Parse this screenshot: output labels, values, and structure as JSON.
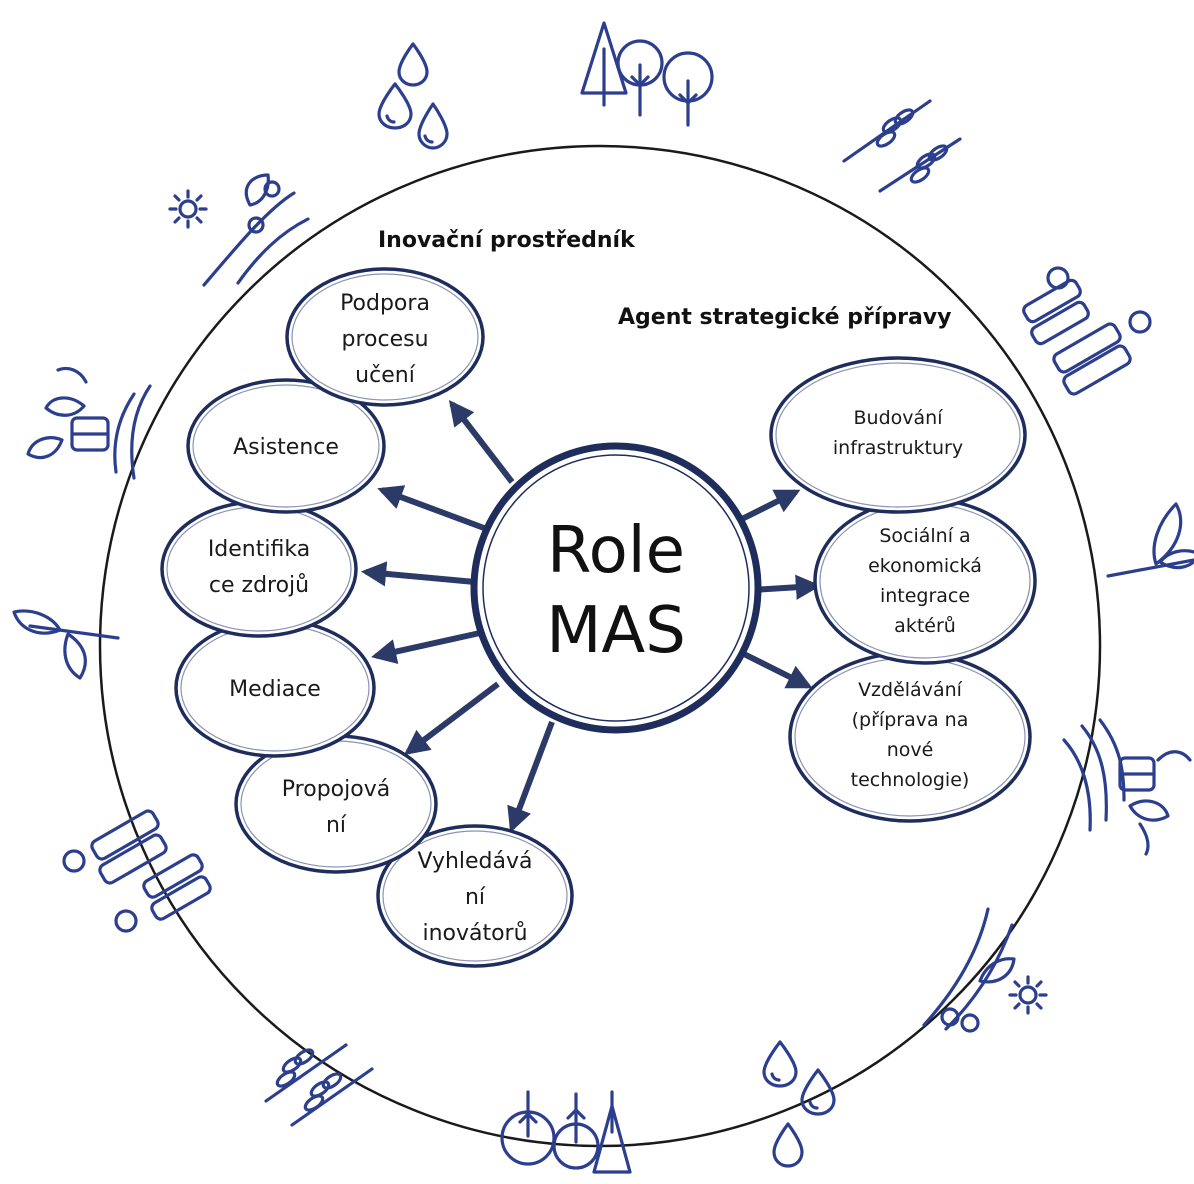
{
  "diagram": {
    "center": {
      "line1": "Role",
      "line2": "MAS"
    },
    "headings": {
      "left": "Inovační prostředník",
      "right": "Agent strategické přípravy"
    },
    "left_nodes": [
      {
        "lines": [
          "Podpora",
          "procesu",
          "učení"
        ]
      },
      {
        "lines": [
          "Asistence"
        ]
      },
      {
        "lines": [
          "Identifika",
          "ce zdrojů"
        ]
      },
      {
        "lines": [
          "Mediace"
        ]
      },
      {
        "lines": [
          "Propojová",
          "ní"
        ]
      },
      {
        "lines": [
          "Vyhledává",
          "ní",
          "inovátorů"
        ]
      }
    ],
    "right_nodes": [
      {
        "lines": [
          "Budování",
          "infrastruktury"
        ]
      },
      {
        "lines": [
          "Sociální a",
          "ekonomická",
          "integrace",
          "aktérů"
        ]
      },
      {
        "lines": [
          "Vzdělávání",
          "(příprava na",
          "nové",
          "technologie)"
        ]
      }
    ],
    "icons": [
      "water-drops-icon",
      "trees-icon",
      "wheat-icon",
      "people-icon",
      "sprout-icon",
      "field-plant-icon",
      "sprout-icon",
      "field-plant-icon",
      "people-icon",
      "sprout-icon",
      "wheat-icon",
      "trees-icon",
      "water-drops-icon",
      "sun-field-icon",
      "sun-field-icon"
    ]
  }
}
